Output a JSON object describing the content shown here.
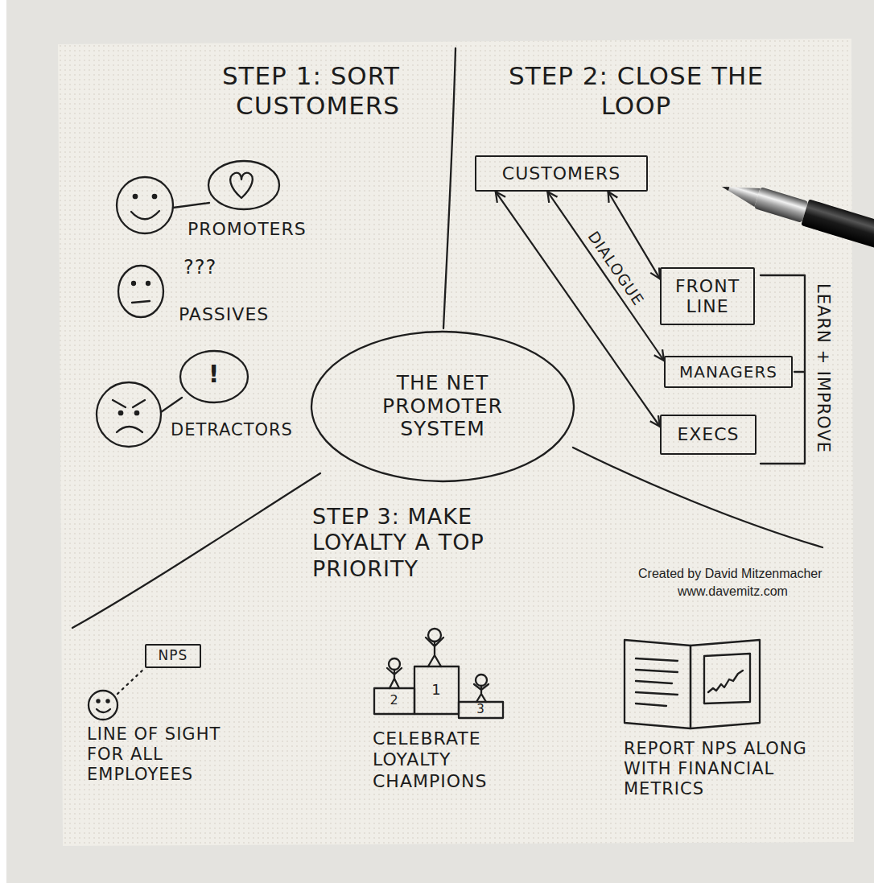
{
  "diagram": {
    "nodes": [
      {
        "text": [
          "CUSTOMERS"
        ]
      },
      {
        "text": [
          "FRONT LINE"
        ]
      },
      {
        "text": [
          "THE NET PROMOTER SYSTEM"
        ]
      },
      {
        "text": [
          "MANAGERS"
        ]
      },
      {
        "text": [
          "EXECS"
        ]
      },
      {
        "text": [
          "NPS"
        ]
      }
    ],
    "edges": [
      {
        "from": 0,
        "to": 1,
        "arrow": "both"
      },
      {
        "from": 0,
        "to": 3,
        "label": "DIALOGUE",
        "arrow": "both"
      },
      {
        "from": 0,
        "to": 4,
        "arrow": "both"
      }
    ],
    "labels": [
      "STEP 1: SORT CUSTOMERS",
      "PROMOTERS",
      "???",
      "PASSIVES",
      "!",
      "DETRACTORS",
      "STEP 2: CLOSE THE LOOP",
      "LEARN + IMPROVE",
      "STEP 3: MAKE LOYALTY A TOP PRIORITY",
      "LINE OF SIGHT FOR ALL EMPLOYEES",
      "2",
      "1",
      "3",
      "CELEBRATE LOYALTY CHAMPIONS",
      "REPORT NPS ALONG WITH FINANCIAL METRICS",
      "Created by David Mitzenmacher",
      "www.davemitz.com"
    ]
  }
}
